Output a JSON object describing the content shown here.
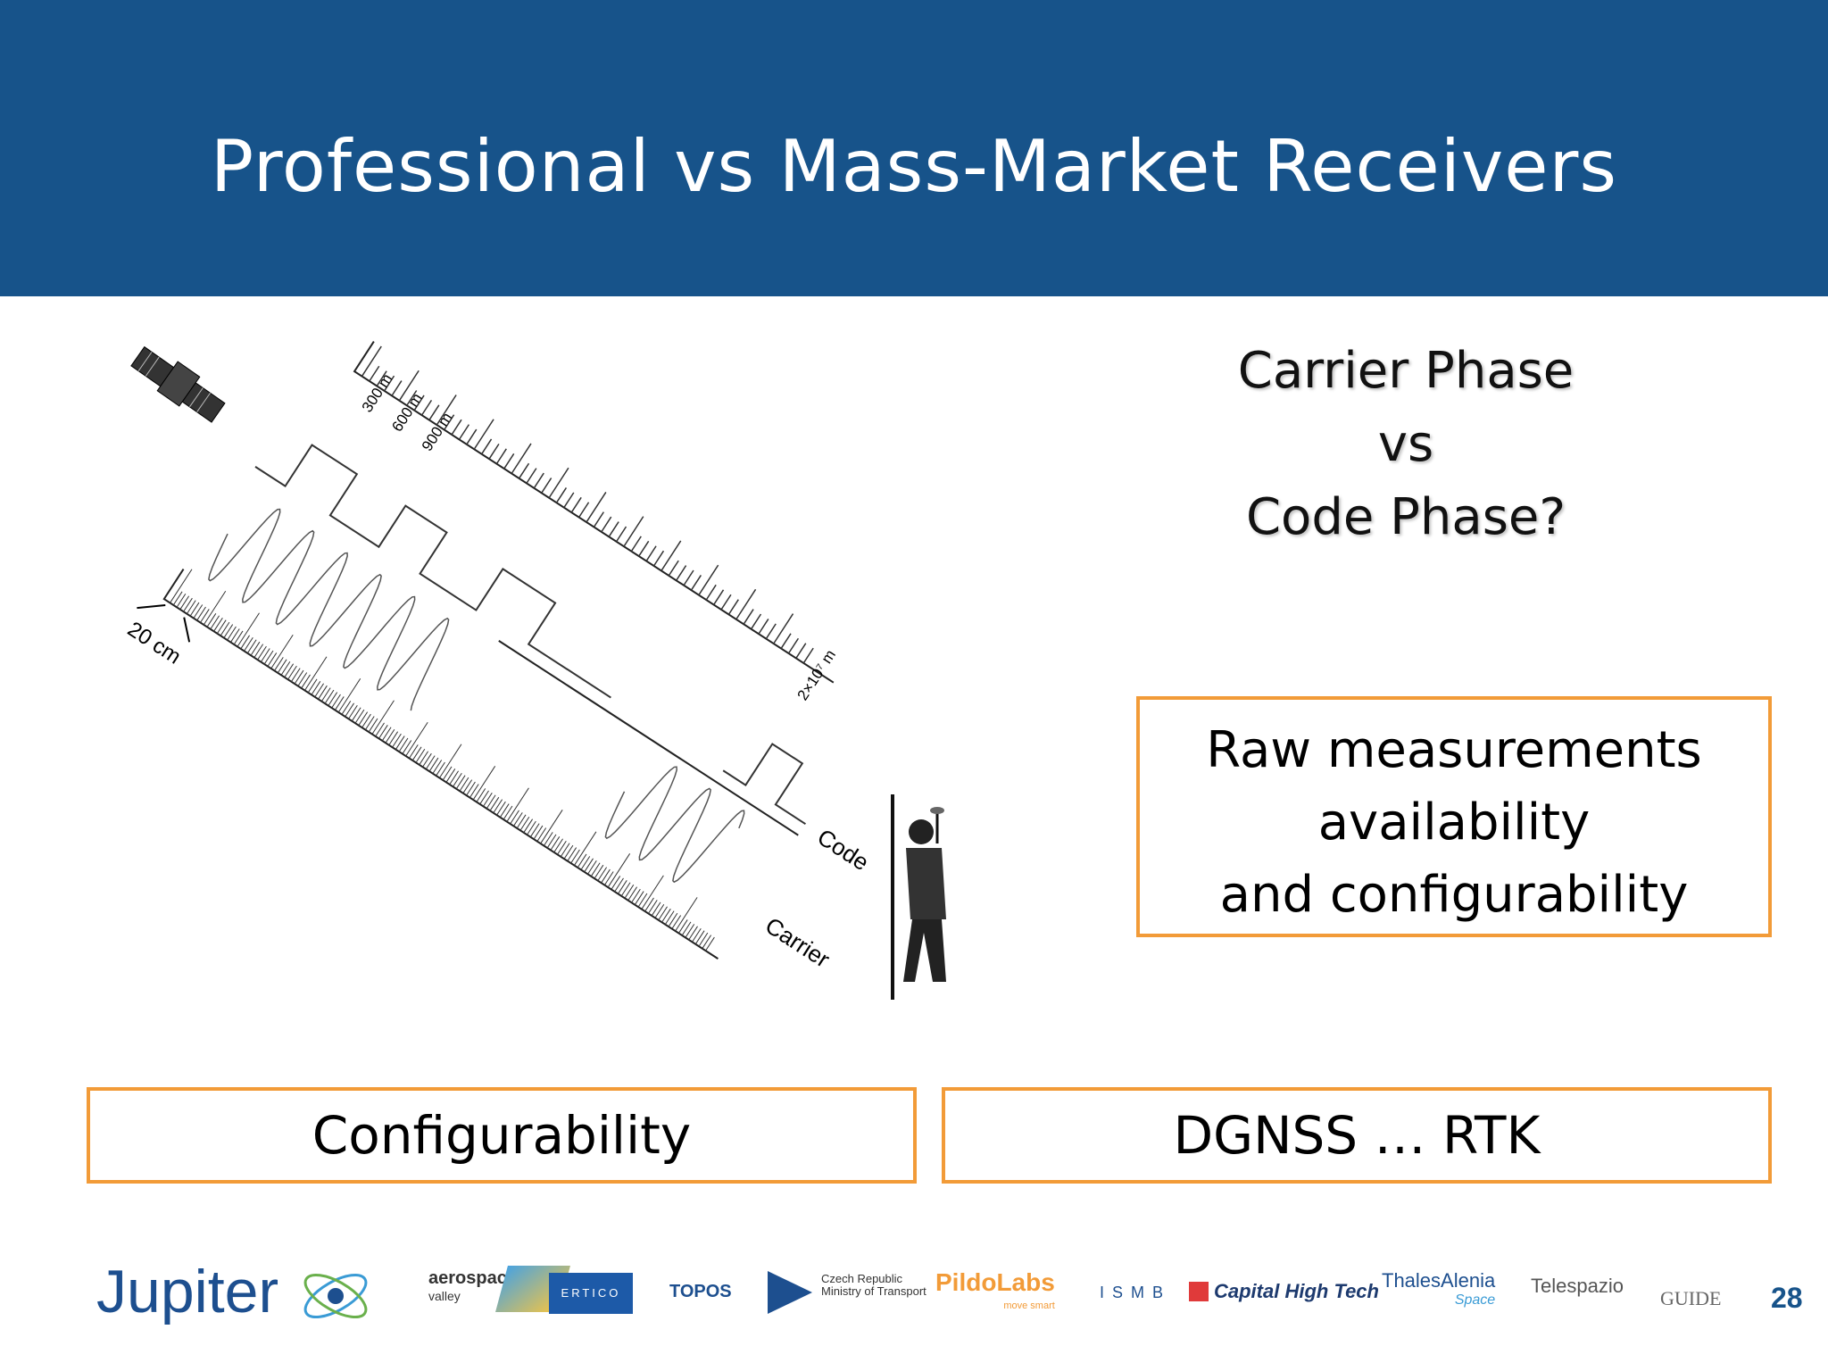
{
  "slide": {
    "title": "Professional vs Mass-Market Receivers",
    "question_lines": [
      "Carrier Phase",
      "vs",
      "Code Phase?"
    ],
    "raw_box_lines": [
      "Raw measurements",
      "availability",
      "and configurability"
    ],
    "config_box": "Configurability",
    "dgnss_box": "DGNSS … RTK",
    "page_number": "28"
  },
  "figure": {
    "scale_top_labels": [
      "300 m",
      "600 m",
      "900 m"
    ],
    "scale_distance_label": "2×10⁷ m",
    "wavelength_label": "20 cm",
    "code_label": "Code",
    "carrier_label": "Carrier"
  },
  "logos": {
    "jupiter": "Jupiter",
    "aerospace": [
      "aerospace",
      "valley"
    ],
    "ertico": "ERTICO",
    "topos": "TOPOS",
    "czech": [
      "Czech Republic",
      "Ministry of Transport"
    ],
    "pildo": [
      "PildoLabs",
      "move smart"
    ],
    "ismb": "I S M B",
    "capital": "Capital High Tech",
    "thales": [
      "ThalesAlenia",
      "Space"
    ],
    "telespazio": "Telespazio",
    "guide": "GUIDE"
  },
  "colors": {
    "header": "#17538a",
    "box_border": "#f29b38"
  }
}
